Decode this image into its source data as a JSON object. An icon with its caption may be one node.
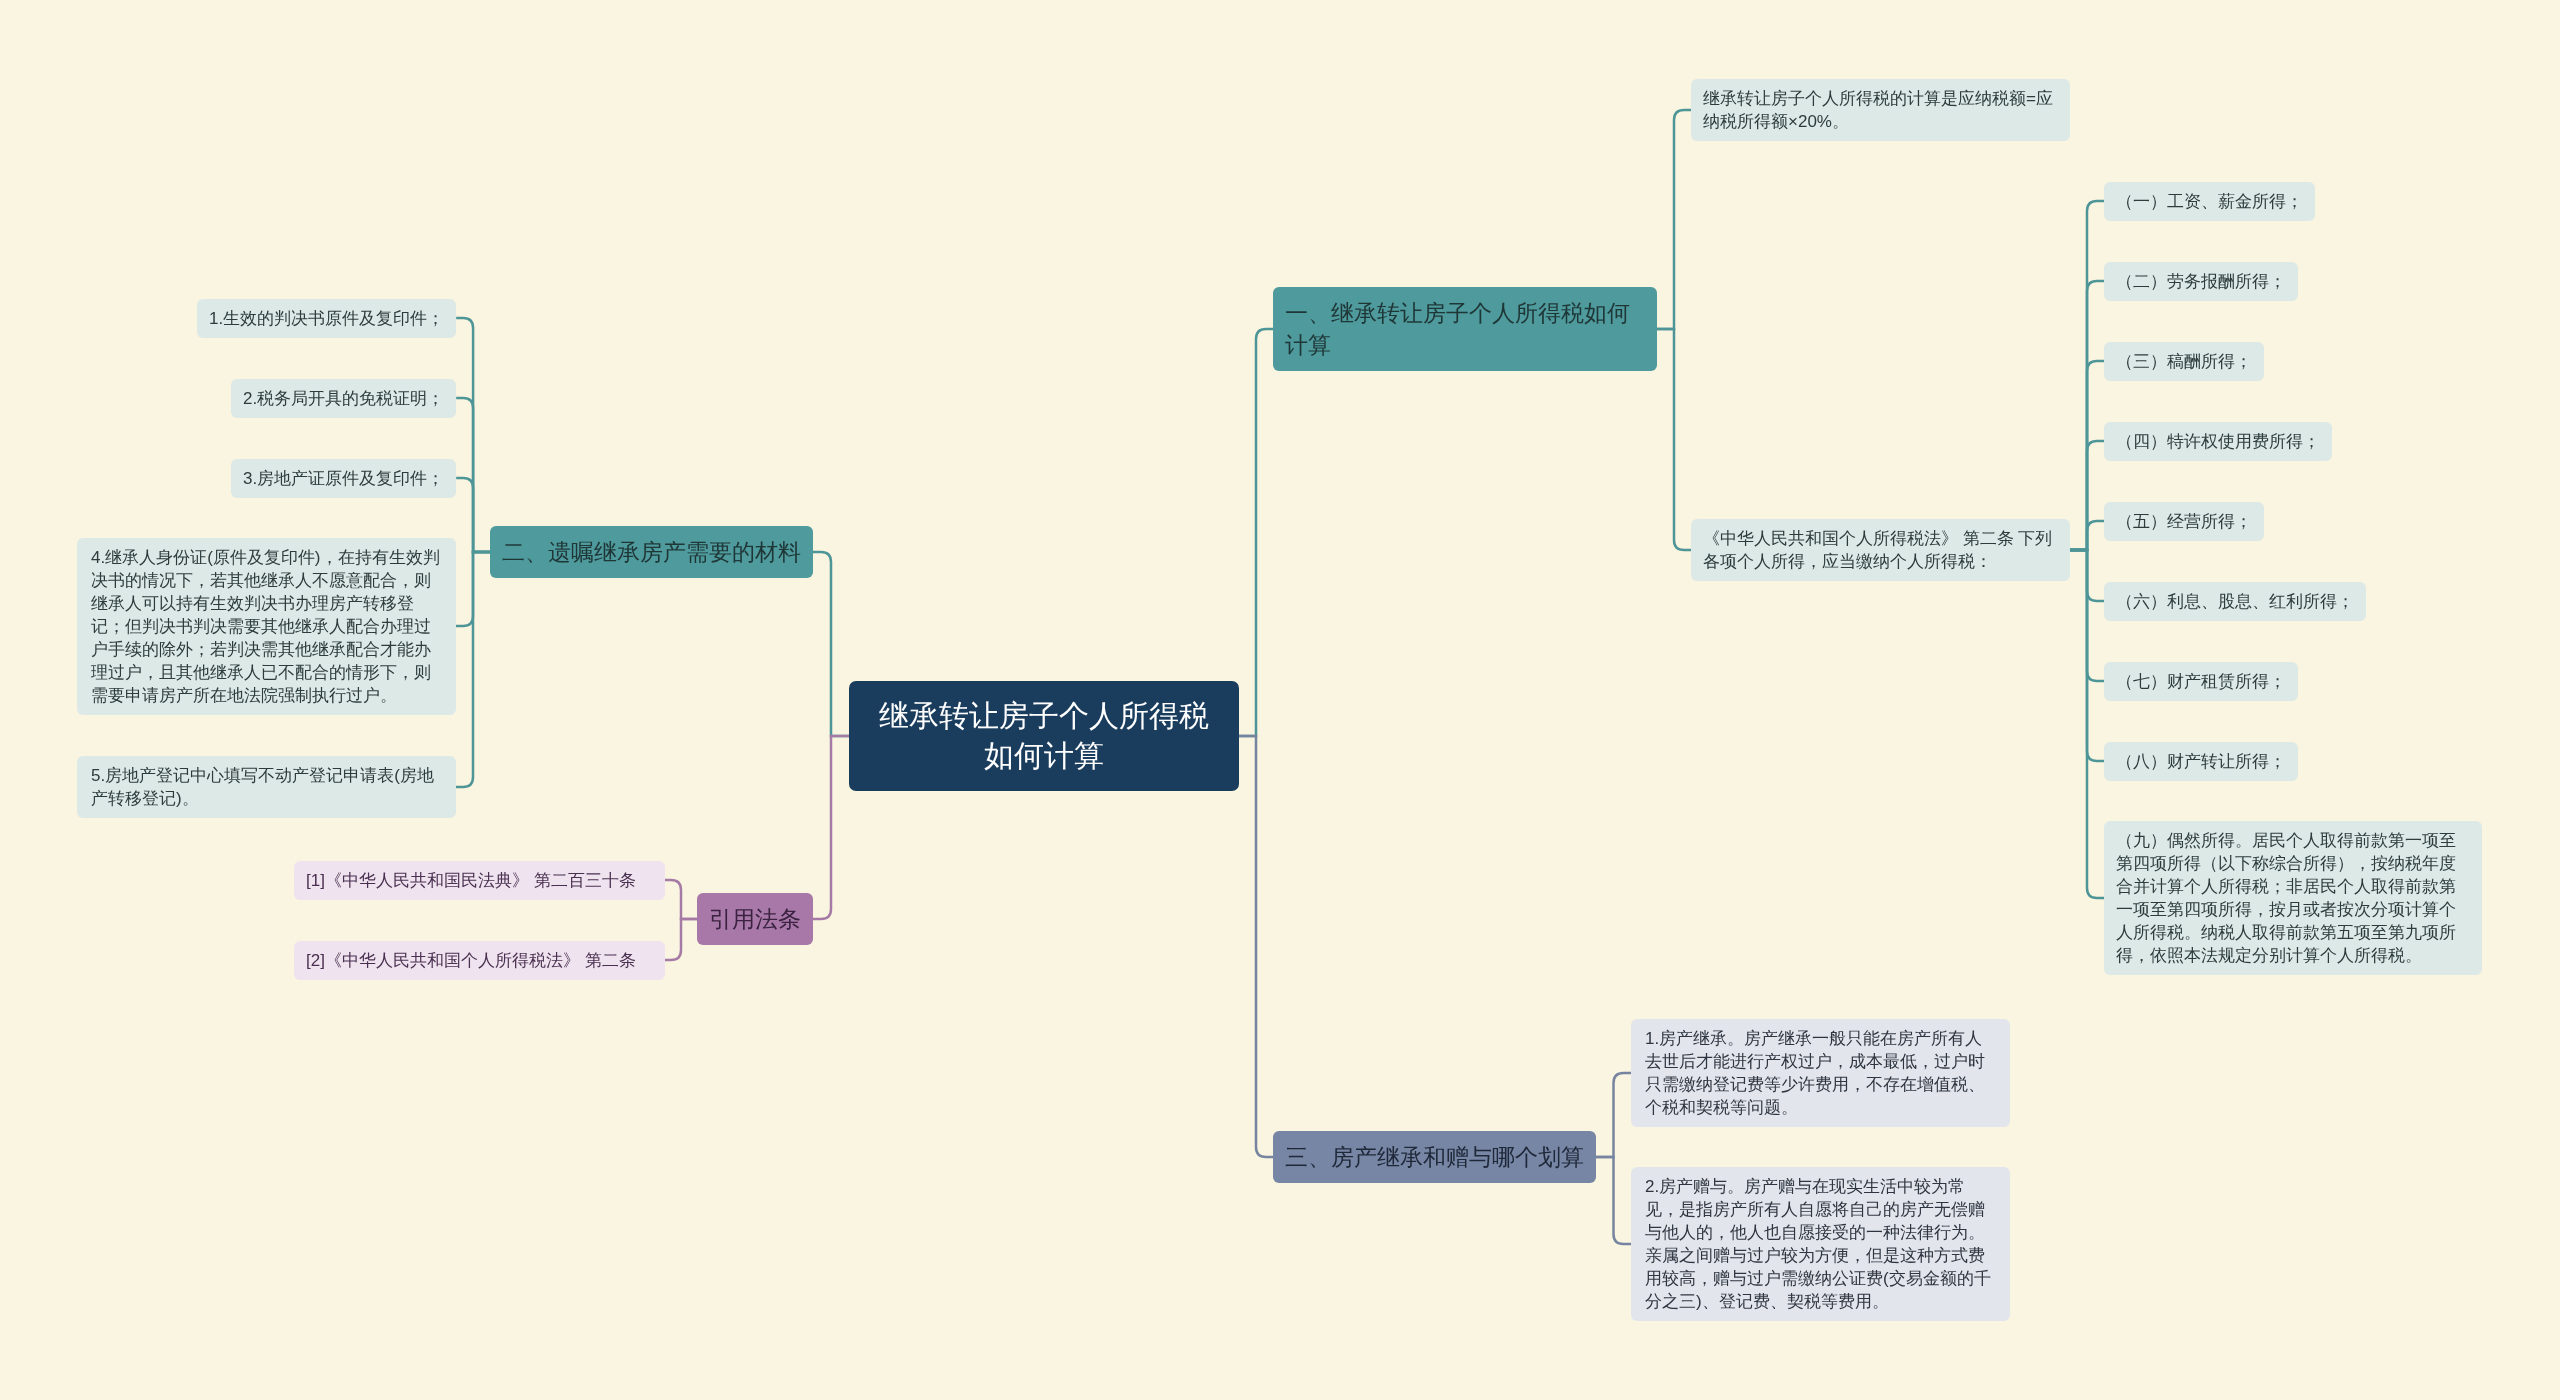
{
  "diagram": {
    "nodes": [
      {
        "text": [
          "继承转让房子个人所得税如何计算"
        ]
      },
      {
        "text": [
          "一、继承转让房子个人所得税如何计算"
        ]
      },
      {
        "text": [
          "继承转让房子个人所得税的计算是应纳税额=应纳税所得额×20%。"
        ]
      },
      {
        "text": [
          "《中华人民共和国个人所得税法》 第二条 下列各项个人所得，应当缴纳个人所得税："
        ]
      },
      {
        "text": [
          "（一）工资、薪金所得；"
        ]
      },
      {
        "text": [
          "（二）劳务报酬所得；"
        ]
      },
      {
        "text": [
          "（三）稿酬所得；"
        ]
      },
      {
        "text": [
          "（四）特许权使用费所得；"
        ]
      },
      {
        "text": [
          "（五）经营所得；"
        ]
      },
      {
        "text": [
          "（六）利息、股息、红利所得；"
        ]
      },
      {
        "text": [
          "（七）财产租赁所得；"
        ]
      },
      {
        "text": [
          "（八）财产转让所得；"
        ]
      },
      {
        "text": [
          "（九）偶然所得。居民个人取得前款第一项至第四项所得（以下称综合所得），按纳税年度合并计算个人所得税；非居民个人取得前款第一项至第四项所得，按月或者按次分项计算个人所得税。纳税人取得前款第五项至第九项所得，依照本法规定分别计算个人所得税。"
        ]
      },
      {
        "text": [
          "二、遗嘱继承房产需要的材料"
        ]
      },
      {
        "text": [
          "1.生效的判决书原件及复印件；"
        ]
      },
      {
        "text": [
          "2.税务局开具的免税证明；"
        ]
      },
      {
        "text": [
          "3.房地产证原件及复印件；"
        ]
      },
      {
        "text": [
          "4.继承人身份证(原件及复印件)，在持有生效判决书的情况下，若其他继承人不愿意配合，则继承人可以持有生效判决书办理房产转移登记；但判决书判决需要其他继承人配合办理过户手续的除外；若判决需其他继承配合才能办理过户，且其他继承人已不配合的情形下，则需要申请房产所在地法院强制执行过户。"
        ]
      },
      {
        "text": [
          "5.房地产登记中心填写不动产登记申请表(房地产转移登记)。"
        ]
      },
      {
        "text": [
          "引用法条"
        ]
      },
      {
        "text": [
          "[1]《中华人民共和国民法典》 第二百三十条"
        ]
      },
      {
        "text": [
          "[2]《中华人民共和国个人所得税法》 第二条"
        ]
      },
      {
        "text": [
          "三、房产继承和赠与哪个划算"
        ]
      },
      {
        "text": [
          "1.房产继承。房产继承一般只能在房产所有人去世后才能进行产权过户，成本最低，过户时只需缴纳登记费等少许费用，不存在增值税、个税和契税等问题。"
        ]
      },
      {
        "text": [
          "2.房产赠与。房产赠与在现实生活中较为常见，是指房产所有人自愿将自己的房产无偿赠与他人的，他人也自愿接受的一种法律行为。亲属之间赠与过户较为方便，但是这种方式费用较高，赠与过户需缴纳公证费(交易金额的千分之三)、登记费、契税等费用。"
        ]
      }
    ],
    "edges": [
      {
        "from": 0,
        "to": 1,
        "arrow": "none"
      },
      {
        "from": 0,
        "to": 13,
        "arrow": "none"
      },
      {
        "from": 0,
        "to": 19,
        "arrow": "none",
        "color": "#a57ba6"
      },
      {
        "from": 0,
        "to": 22,
        "arrow": "none",
        "color": "#76849f"
      },
      {
        "from": 1,
        "to": 2,
        "arrow": "none"
      },
      {
        "from": 1,
        "to": 3,
        "arrow": "none"
      },
      {
        "from": 3,
        "to": 4,
        "arrow": "none"
      },
      {
        "from": 3,
        "to": 5,
        "arrow": "none"
      },
      {
        "from": 3,
        "to": 6,
        "arrow": "none"
      },
      {
        "from": 3,
        "to": 7,
        "arrow": "none"
      },
      {
        "from": 3,
        "to": 8,
        "arrow": "none"
      },
      {
        "from": 3,
        "to": 9,
        "arrow": "none"
      },
      {
        "from": 3,
        "to": 10,
        "arrow": "none"
      },
      {
        "from": 3,
        "to": 11,
        "arrow": "none"
      },
      {
        "from": 3,
        "to": 12,
        "arrow": "none"
      },
      {
        "from": 13,
        "to": 14,
        "arrow": "none"
      },
      {
        "from": 13,
        "to": 15,
        "arrow": "none"
      },
      {
        "from": 13,
        "to": 16,
        "arrow": "none"
      },
      {
        "from": 13,
        "to": 17,
        "arrow": "none"
      },
      {
        "from": 13,
        "to": 18,
        "arrow": "none"
      },
      {
        "from": 19,
        "to": 20,
        "arrow": "none",
        "color": "#a57ba6"
      },
      {
        "from": 19,
        "to": 21,
        "arrow": "none",
        "color": "#a57ba6"
      },
      {
        "from": 22,
        "to": 23,
        "arrow": "none",
        "color": "#76849f"
      },
      {
        "from": 22,
        "to": 24,
        "arrow": "none",
        "color": "#76849f"
      }
    ]
  }
}
